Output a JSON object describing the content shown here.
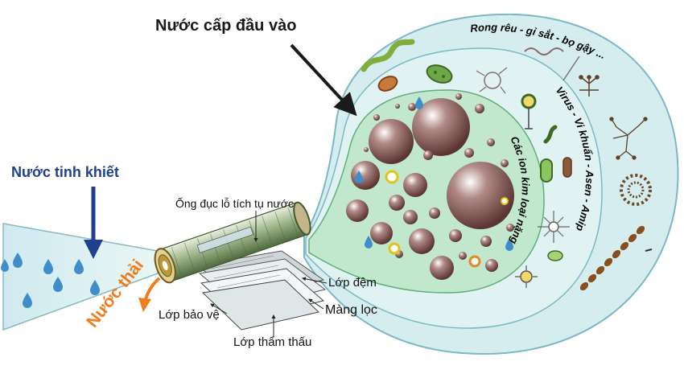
{
  "labels": {
    "feed_water": "Nước cấp đầu vào",
    "pure_water": "Nước tinh khiết",
    "tube": "Ống đục lỗ tích tụ nước",
    "buffer_layer": "Lớp đệm",
    "filter_membrane": "Màng lọc",
    "protective_layer": "Lớp bảo vệ",
    "permeate_layer": "Lớp thẩm thấu",
    "waste_water": "Nước thải",
    "outer_zone": "Rong rêu - gỉ sắt - bọ gậy ...",
    "middle_zone": "Virus - Vi khuẩn - Asen - Amip",
    "inner_zone": "Các ion kim loại nặng"
  },
  "colors": {
    "zone_fill": "#d6edf0",
    "zone_stroke": "#7bb8c4",
    "inner_fill": "#c1e8cc",
    "particle": "#7a4e4a",
    "drop": "#3f8ecb",
    "title_arrow": "#1a1a1a",
    "pure_arrow": "#1f3f8f",
    "waste_arrow": "#ef7d1e"
  },
  "icons": [
    "water-drop-icon",
    "bacteria-icon",
    "worm-icon",
    "virus-icon",
    "algae-icon",
    "ion-particle-icon"
  ]
}
